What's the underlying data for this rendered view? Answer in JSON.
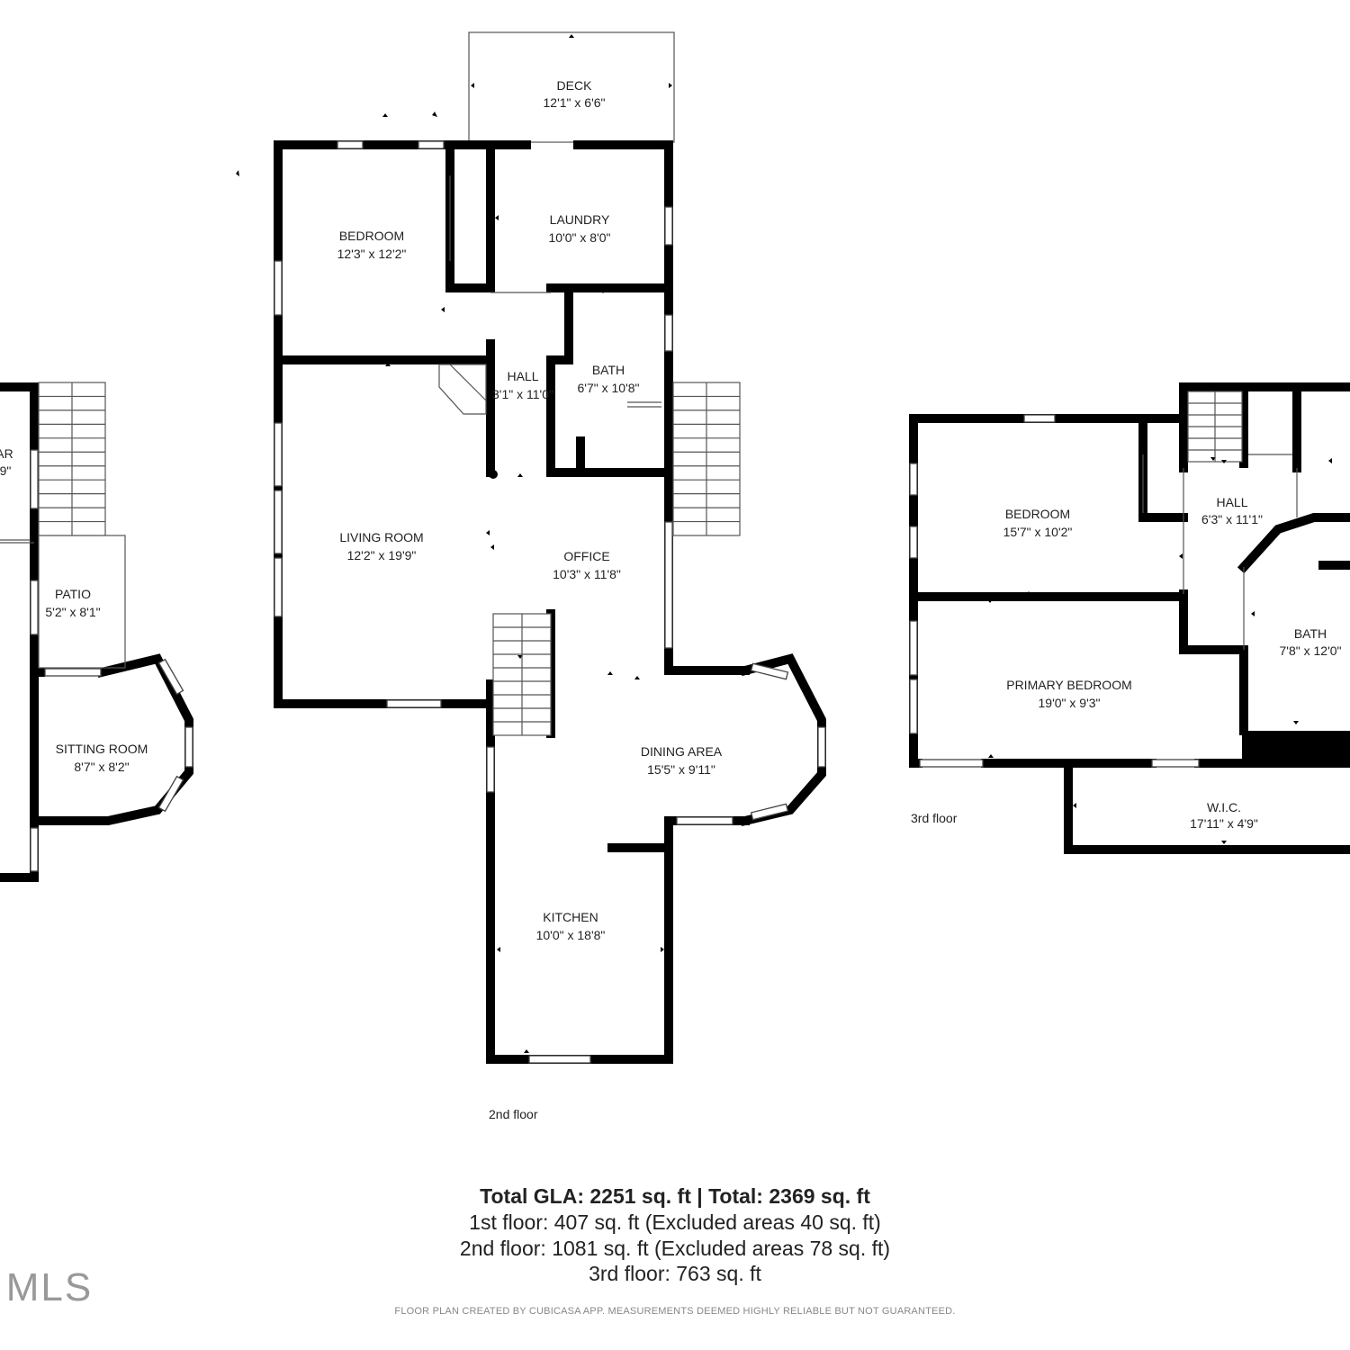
{
  "rooms": {
    "deck": {
      "name": "DECK",
      "dims": "12'1\" x 6'6\""
    },
    "bedroom2": {
      "name": "BEDROOM",
      "dims": "12'3\" x 12'2\""
    },
    "laundry": {
      "name": "LAUNDRY",
      "dims": "10'0\" x 8'0\""
    },
    "hall2": {
      "name": "HALL",
      "dims": "3'1\" x 11'0\""
    },
    "bath2": {
      "name": "BATH",
      "dims": "6'7\" x 10'8\""
    },
    "living": {
      "name": "LIVING ROOM",
      "dims": "12'2\" x 19'9\""
    },
    "office": {
      "name": "OFFICE",
      "dims": "10'3\" x 11'8\""
    },
    "dining": {
      "name": "DINING AREA",
      "dims": "15'5\" x 9'11\""
    },
    "kitchen": {
      "name": "KITCHEN",
      "dims": "10'0\" x 18'8\""
    },
    "cellar": {
      "name": "AR",
      "dims": "9\""
    },
    "patio": {
      "name": "PATIO",
      "dims": "5'2\" x 8'1\""
    },
    "sitting": {
      "name": "SITTING ROOM",
      "dims": "8'7\" x 8'2\""
    },
    "bedroom3": {
      "name": "BEDROOM",
      "dims": "15'7\" x 10'2\""
    },
    "hall3": {
      "name": "HALL",
      "dims": "6'3\" x 11'1\""
    },
    "bath3": {
      "name": "BATH",
      "dims": "7'8\" x 12'0\""
    },
    "primary": {
      "name": "PRIMARY BEDROOM",
      "dims": "19'0\" x 9'3\""
    },
    "wic": {
      "name": "W.I.C.",
      "dims": "17'11\" x 4'9\""
    }
  },
  "floors": {
    "second": "2nd floor",
    "third": "3rd floor"
  },
  "summary": {
    "total": "Total GLA: 2251 sq. ft | Total: 2369 sq. ft",
    "first": "1st floor: 407 sq. ft (Excluded areas 40 sq. ft)",
    "second": "2nd floor: 1081 sq. ft (Excluded areas 78 sq. ft)",
    "third": "3rd floor: 763 sq. ft"
  },
  "disclaimer": "FLOOR PLAN CREATED BY CUBICASA APP. MEASUREMENTS DEEMED HIGHLY RELIABLE BUT NOT GUARANTEED.",
  "watermark": "e MLS"
}
